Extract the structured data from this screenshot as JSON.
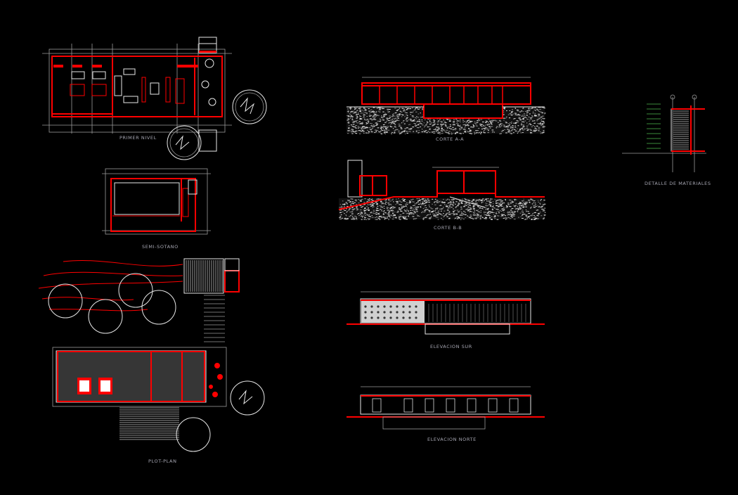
{
  "drawing": {
    "background": "#000000",
    "accent": "#ff0000",
    "labels": {
      "primer_nivel": "PRIMER NIVEL",
      "semi_sotano": "SEMI-SOTANO",
      "plot_plan": "PLOT-PLAN",
      "corte_aa": "CORTE A-A",
      "corte_bb": "CORTE B-B",
      "elevacion_sur": "ELEVACION SUR",
      "elevacion_norte": "ELEVACION NORTE",
      "detalle_materiales": "DETALLE DE MATERIALES"
    }
  }
}
